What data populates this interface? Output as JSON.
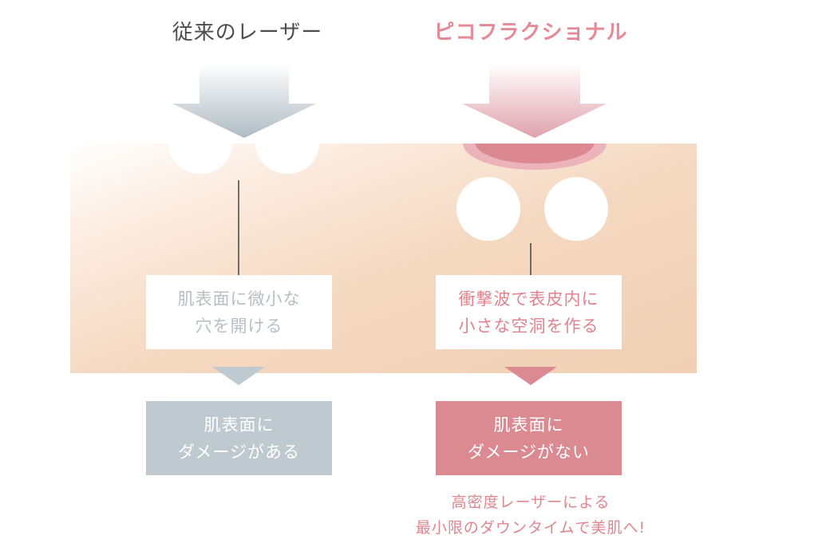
{
  "left": {
    "title": "従来のレーザー",
    "process_line1": "肌表面に微小な",
    "process_line2": "穴を開ける",
    "result_line1": "肌表面に",
    "result_line2": "ダメージがある"
  },
  "right": {
    "title": "ピコフラクショナル",
    "process_line1": "衝撃波で表皮内に",
    "process_line2": "小さな空洞を作る",
    "result_line1": "肌表面に",
    "result_line2": "ダメージがない",
    "note_line1": "高密度レーザーによる",
    "note_line2": "最小限のダウンタイムで美肌へ!"
  },
  "colors": {
    "gray": "#aebbc3",
    "pink": "#e0a2ab",
    "skin": "#f1d0b4"
  }
}
